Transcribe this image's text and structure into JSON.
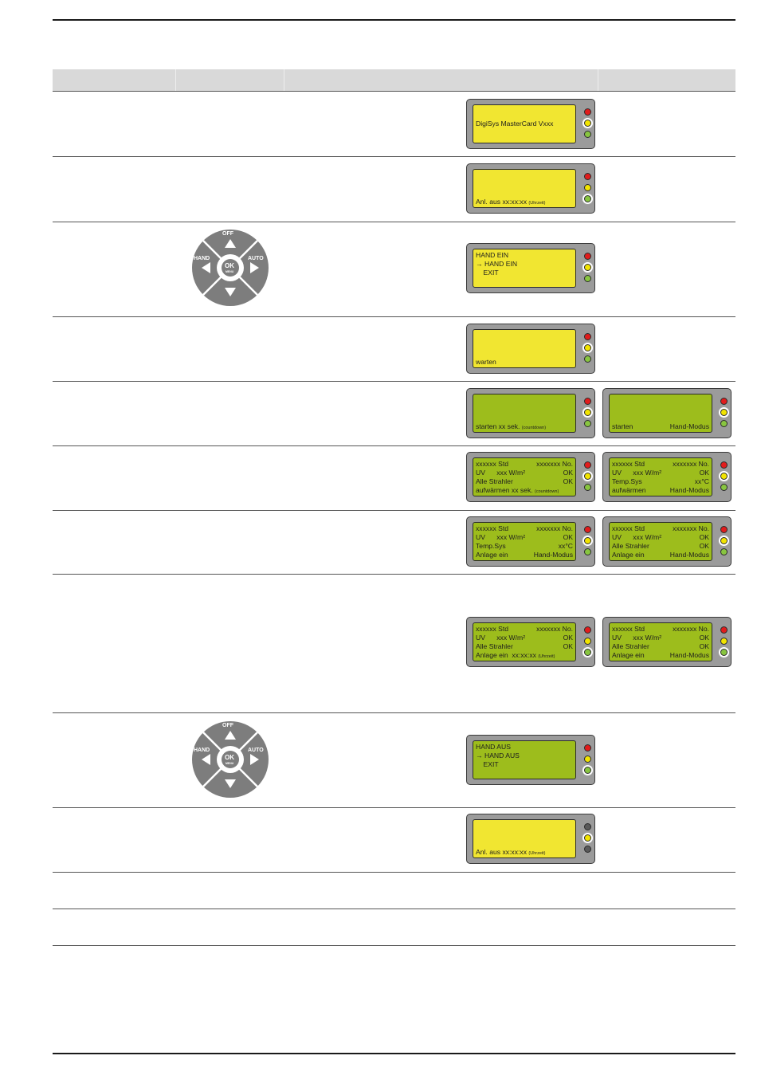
{
  "keypad": {
    "off": "OFF",
    "hand": "HAND",
    "auto": "AUTO",
    "ok": "OK",
    "menu": "MENU"
  },
  "displays": [
    {
      "color": "yellow",
      "align": "center",
      "lines": [
        [
          "DigiSys MasterCard Vxxx"
        ]
      ],
      "leds": [
        "red",
        "yellow-blink",
        "green"
      ]
    },
    {
      "color": "yellow",
      "align": "bottom",
      "lines": [
        [
          "Anl. aus xx:xx:xx ",
          "(Uhrzeit)"
        ]
      ],
      "leds": [
        "red",
        "yellow",
        "green-blink"
      ]
    },
    {
      "color": "yellow",
      "align": "top",
      "lines": [
        [
          "HAND EIN"
        ],
        [
          "→ HAND EIN"
        ],
        [
          "    EXIT"
        ]
      ],
      "leds": [
        "red",
        "yellow-blink",
        "green"
      ]
    },
    {
      "color": "yellow",
      "align": "bottom",
      "lines": [
        [
          "warten"
        ]
      ],
      "leds": [
        "red",
        "yellow-blink",
        "green"
      ]
    },
    {
      "color": "green",
      "align": "bottom",
      "lines": [
        [
          "starten xx sek. ",
          "(countdown)"
        ]
      ],
      "leds": [
        "red",
        "yellow-blink",
        "green"
      ]
    },
    {
      "color": "green",
      "align": "bottom",
      "lines": [
        [
          "starten",
          "Hand-Modus"
        ]
      ],
      "leds": [
        "red",
        "yellow-blink",
        "green"
      ]
    },
    {
      "color": "green",
      "align": "top",
      "lines": [
        [
          "xxxxxx Std",
          "xxxxxxx No."
        ],
        [
          "UV      xxx W/m²",
          "OK"
        ],
        [
          "Alle Strahler",
          "OK"
        ],
        [
          "aufwärmen xx sek. ",
          "(countdown)"
        ]
      ],
      "leds": [
        "red",
        "yellow-blink",
        "green"
      ]
    },
    {
      "color": "green",
      "align": "top",
      "lines": [
        [
          "xxxxxx Std",
          "xxxxxxx No."
        ],
        [
          "UV      xxx W/m²",
          "OK"
        ],
        [
          "Temp.Sys",
          "xx°C"
        ],
        [
          "aufwärmen",
          "Hand-Modus"
        ]
      ],
      "leds": [
        "red",
        "yellow-blink",
        "green"
      ]
    },
    {
      "color": "green",
      "align": "top",
      "lines": [
        [
          "xxxxxx Std",
          "xxxxxxx No."
        ],
        [
          "UV      xxx W/m²",
          "OK"
        ],
        [
          "Temp.Sys",
          "xx°C"
        ],
        [
          "Anlage ein",
          "Hand-Modus"
        ]
      ],
      "leds": [
        "red",
        "yellow-blink",
        "green"
      ]
    },
    {
      "color": "green",
      "align": "top",
      "lines": [
        [
          "xxxxxx Std",
          "xxxxxxx No."
        ],
        [
          "UV      xxx W/m²",
          "OK"
        ],
        [
          "Alle Strahler",
          "OK"
        ],
        [
          "Anlage ein",
          "Hand-Modus"
        ]
      ],
      "leds": [
        "red",
        "yellow-blink",
        "green"
      ]
    },
    {
      "color": "green",
      "align": "top",
      "lines": [
        [
          "xxxxxx Std",
          "xxxxxxx No."
        ],
        [
          "UV      xxx W/m²",
          "OK"
        ],
        [
          "Alle Strahler",
          "OK"
        ],
        [
          "Anlage ein  xx:xx:xx ",
          "(Uhrzeit)"
        ]
      ],
      "leds": [
        "red",
        "yellow",
        "green-blink"
      ]
    },
    {
      "color": "green",
      "align": "top",
      "lines": [
        [
          "xxxxxx Std",
          "xxxxxxx No."
        ],
        [
          "UV      xxx W/m²",
          "OK"
        ],
        [
          "Alle Strahler",
          "OK"
        ],
        [
          "Anlage ein",
          "Hand-Modus"
        ]
      ],
      "leds": [
        "red",
        "yellow",
        "green-blink"
      ]
    },
    {
      "color": "green",
      "align": "top",
      "lines": [
        [
          "HAND AUS"
        ],
        [
          "→ HAND AUS"
        ],
        [
          "    EXIT"
        ]
      ],
      "leds": [
        "red",
        "yellow",
        "green-blink"
      ]
    },
    {
      "color": "yellow",
      "align": "bottom",
      "lines": [
        [
          "Anl. aus xx:xx:xx ",
          "(Uhrzeit)"
        ]
      ],
      "leds": [
        "off",
        "yellow-blink",
        "off"
      ]
    }
  ]
}
